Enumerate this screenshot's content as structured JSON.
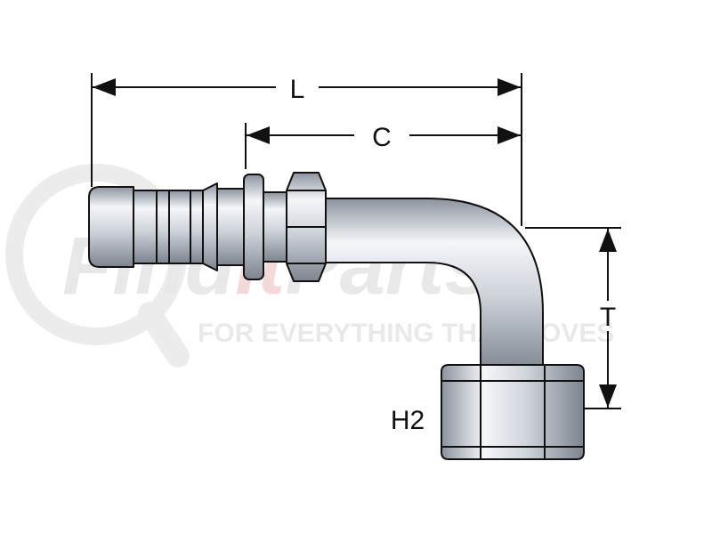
{
  "watermark": {
    "brand_prefix": "Find",
    "brand_highlight": "It",
    "brand_suffix": "Parts",
    "tagline": "FOR EVERYTHING THAT MOVES",
    "color_gray": "#e6e6e6",
    "color_red": "#f4d6d6"
  },
  "dimensions": {
    "overall_length_label": "L",
    "center_length_label": "C",
    "height_label": "T",
    "hex_label": "H2"
  },
  "colors": {
    "line": "#111111",
    "metal_light": "#f2f4f7",
    "metal_mid": "#c9ced6",
    "metal_dark": "#8c939d"
  }
}
